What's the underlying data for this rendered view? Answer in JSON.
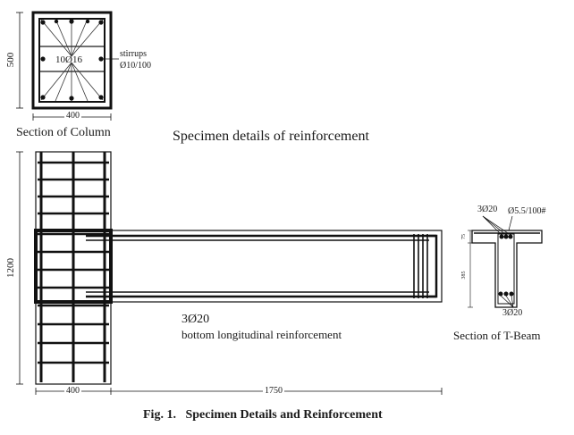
{
  "column_section": {
    "title": "Section of Column",
    "height_dim": "500",
    "width_dim": "400",
    "bars_label": "10Ø16",
    "stirrups_label": "stirrups",
    "stirrups_spec": "Ø10/100"
  },
  "elevation": {
    "heading": "Specimen details of reinforcement",
    "column_height_dim": "1200",
    "column_width_dim": "400",
    "beam_length_dim": "1750",
    "bottom_bars": "3Ø20",
    "bottom_bars_desc": "bottom longitudinal reinforcement"
  },
  "tbeam_section": {
    "title": "Section of T-Beam",
    "top_bars": "3Ø20",
    "stirrups_spec": "Ø5.5/100#",
    "bottom_bars": "3Ø20",
    "flange_dim": "75",
    "web_dim": "385"
  },
  "figure_caption": "Fig. 1.   Specimen Details and Reinforcement"
}
